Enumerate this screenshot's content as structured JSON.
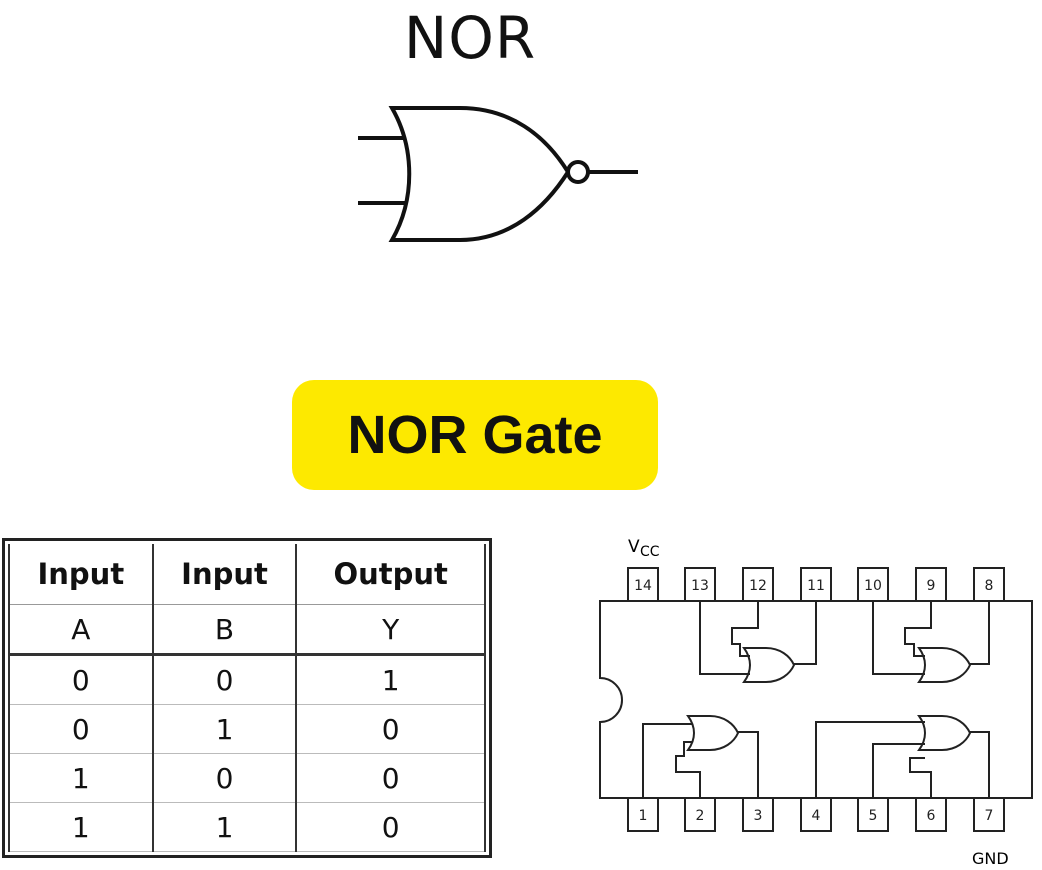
{
  "symbol": {
    "title": "NOR"
  },
  "badge": {
    "label": "NOR Gate"
  },
  "truth_table": {
    "headers": [
      "Input",
      "Input",
      "Output"
    ],
    "vars": [
      "A",
      "B",
      "Y"
    ],
    "rows": [
      [
        "0",
        "0",
        "1"
      ],
      [
        "0",
        "1",
        "0"
      ],
      [
        "1",
        "0",
        "0"
      ],
      [
        "1",
        "1",
        "0"
      ]
    ]
  },
  "ic": {
    "vcc_label": "V",
    "vcc_sub": "CC",
    "gnd_label": "GND",
    "top_pins": [
      "14",
      "13",
      "12",
      "11",
      "10",
      "9",
      "8"
    ],
    "bottom_pins": [
      "1",
      "2",
      "3",
      "4",
      "5",
      "6",
      "7"
    ]
  },
  "colors": {
    "badge": "#fde900",
    "ink": "#111111"
  }
}
